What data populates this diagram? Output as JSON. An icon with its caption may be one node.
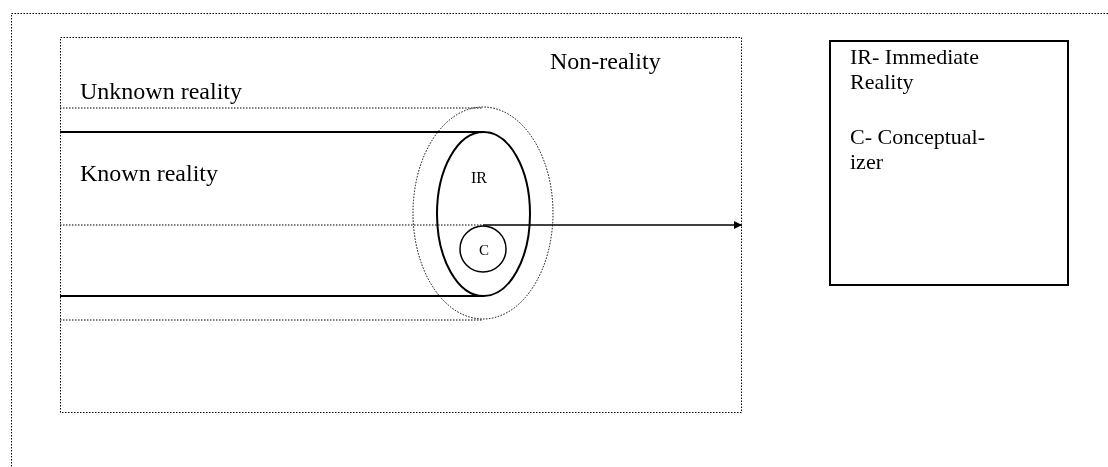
{
  "diagram": {
    "nodes": [
      {
        "text": [
          "Non-reality"
        ]
      },
      {
        "text": [
          "Unknown reality"
        ],
        "in": 0
      },
      {
        "text": [
          "Known reality"
        ],
        "in": 1
      },
      {
        "text": [
          "IR"
        ],
        "in": 2
      },
      {
        "text": [
          "C"
        ],
        "in": 3
      },
      {
        "text": [
          "IR- Immediate Reality",
          "C- Conceptual- izer"
        ]
      }
    ],
    "edges": [
      {
        "from": 4,
        "to": 0,
        "arrow": "to"
      }
    ]
  }
}
